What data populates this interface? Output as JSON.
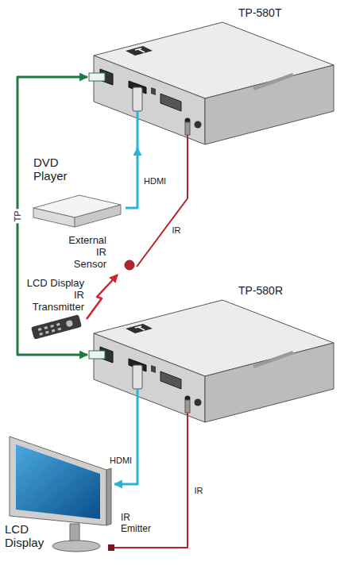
{
  "diagram": {
    "nodes": [
      {
        "text": [
          "TP-580T"
        ]
      },
      {
        "text": [
          "DVD Player"
        ]
      },
      {
        "text": [
          "External IR Sensor"
        ]
      },
      {
        "text": [
          "LCD Display IR Transmitter"
        ]
      },
      {
        "text": [
          "TP-580R"
        ]
      },
      {
        "text": [
          "LCD Display"
        ]
      }
    ],
    "edges": [
      {
        "from": 1,
        "to": 0,
        "arrow": "to",
        "label": "HDMI"
      },
      {
        "from": 0,
        "to": 4,
        "arrow": "both",
        "label": "TP"
      },
      {
        "from": 2,
        "to": 0,
        "arrow": "none",
        "label": "IR"
      },
      {
        "from": 3,
        "to": 2,
        "arrow": "to"
      },
      {
        "from": 4,
        "to": 5,
        "arrow": "to",
        "label": "HDMI"
      },
      {
        "from": 4,
        "to": 5,
        "arrow": "none",
        "label": "IR"
      }
    ],
    "labels": [
      "IR Emitter"
    ]
  }
}
